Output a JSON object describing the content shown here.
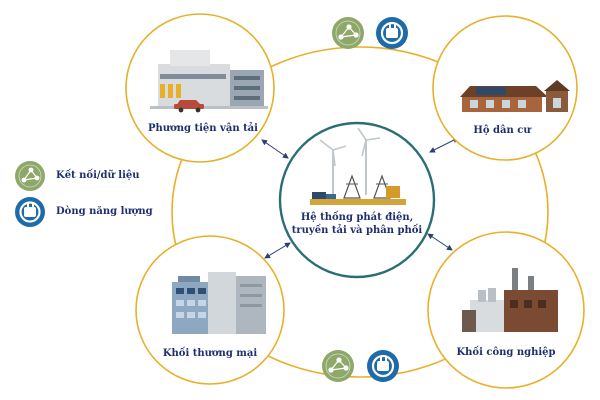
{
  "colors": {
    "ring_ochre": "#e8b02a",
    "center_ring": "#2a6f73",
    "label_navy": "#1f2f6e",
    "data_icon_green": "#8ea86a",
    "power_icon_blue": "#1f6aa8",
    "arrow_navy": "#2b3f73"
  },
  "icons": {
    "data": "network-nodes-icon",
    "power": "power-plug-icon"
  },
  "legend": {
    "data_link": "Kết nối/dữ liệu",
    "energy_flow": "Dòng năng lượng"
  },
  "nodes": {
    "transport": "Phương tiện vận tải",
    "residential": "Hộ dân cư",
    "center_line1": "Hệ thống phát điện,",
    "center_line2": "truyền tải và phân phối",
    "commercial": "Khối thương mại",
    "industrial": "Khối công nghiệp"
  }
}
